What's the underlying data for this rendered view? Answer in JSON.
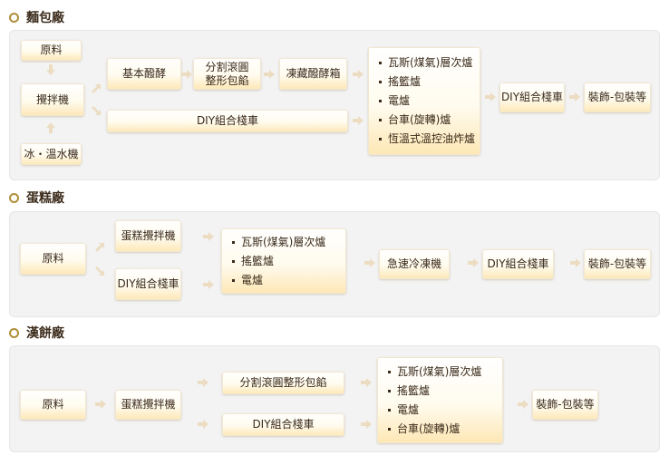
{
  "sections": [
    {
      "title": "麵包廠",
      "boxes": {
        "raw": "原料",
        "mixer": "攪拌機",
        "water": "冰・溫水機",
        "ferment": "基本醱酵",
        "divide": [
          "分割滾圓",
          "整形包餡"
        ],
        "freeze": "凍藏醱酵箱",
        "diy_cart": "DIY組合棧車",
        "ovens": [
          "瓦斯(煤氣)層次爐",
          "搖籃爐",
          "電爐",
          "台車(旋轉)爐",
          "恆溫式溫控油炸爐"
        ],
        "diy_cart2": "DIY組合棧車",
        "decor": "裝飾-包裝等"
      }
    },
    {
      "title": "蛋糕廠",
      "boxes": {
        "raw": "原料",
        "cake_mixer": "蛋糕攪拌機",
        "diy_cart": "DIY組合棧車",
        "ovens": [
          "瓦斯(煤氣)層次爐",
          "搖籃爐",
          "電爐"
        ],
        "quick_freeze": "急速冷凍機",
        "diy_cart2": "DIY組合棧車",
        "decor": "裝飾-包裝等"
      }
    },
    {
      "title": "漢餅廠",
      "boxes": {
        "raw": "原料",
        "cake_mixer": "蛋糕攪拌機",
        "divide": "分割滾圓整形包餡",
        "diy_cart": "DIY組合棧車",
        "ovens": [
          "瓦斯(煤氣)層次爐",
          "搖籃爐",
          "電爐",
          "台車(旋轉)爐"
        ],
        "decor": "裝飾-包裝等"
      }
    }
  ],
  "colors": {
    "arrow": "#ecdcc2",
    "bullet": "#b08f3a",
    "panel": "#f3f3f3"
  }
}
